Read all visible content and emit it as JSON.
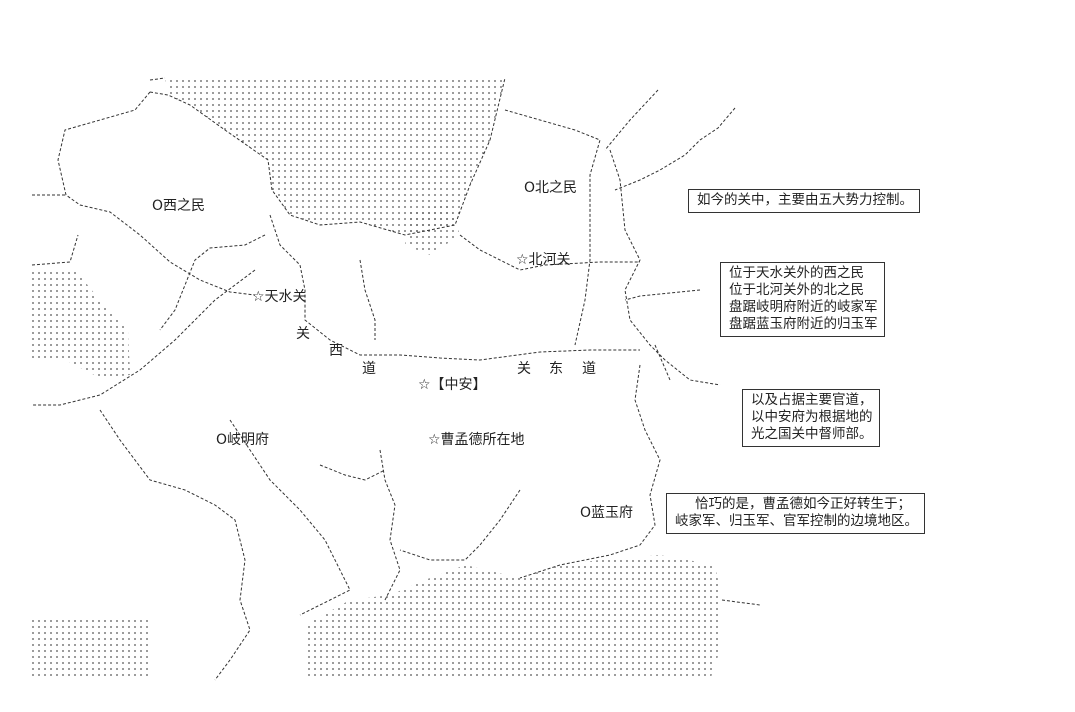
{
  "places": {
    "xizhimin": "O西之民",
    "beizhimin": "O北之民",
    "beiheguan": "☆北河关",
    "tianshuiguan": "☆天水关",
    "zhongan": "☆【中安】",
    "qimingfu": "O岐明府",
    "caomengde": "☆曹孟德所在地",
    "lanyufu": "O蓝玉府"
  },
  "roads": {
    "guan": "关",
    "xi": "西",
    "dao_west": "道",
    "guan2": "关",
    "dong": "东",
    "dao_east": "道"
  },
  "notes": {
    "note1": [
      "如今的关中，主要由五大势力控制。"
    ],
    "note2": [
      "位于天水关外的西之民",
      "位于北河关外的北之民",
      "盘踞岐明府附近的岐家军",
      "盘踞蓝玉府附近的归玉军"
    ],
    "note3": [
      "以及占据主要官道，",
      "以中安府为根据地的",
      "光之国关中督师部。"
    ],
    "note4": [
      "恰巧的是，曹孟德如今正好转生于；",
      "岐家军、归玉军、官军控制的边境地区。"
    ]
  },
  "colors": {
    "ink": "#222222",
    "stipple": "#555555",
    "background": "#ffffff"
  }
}
